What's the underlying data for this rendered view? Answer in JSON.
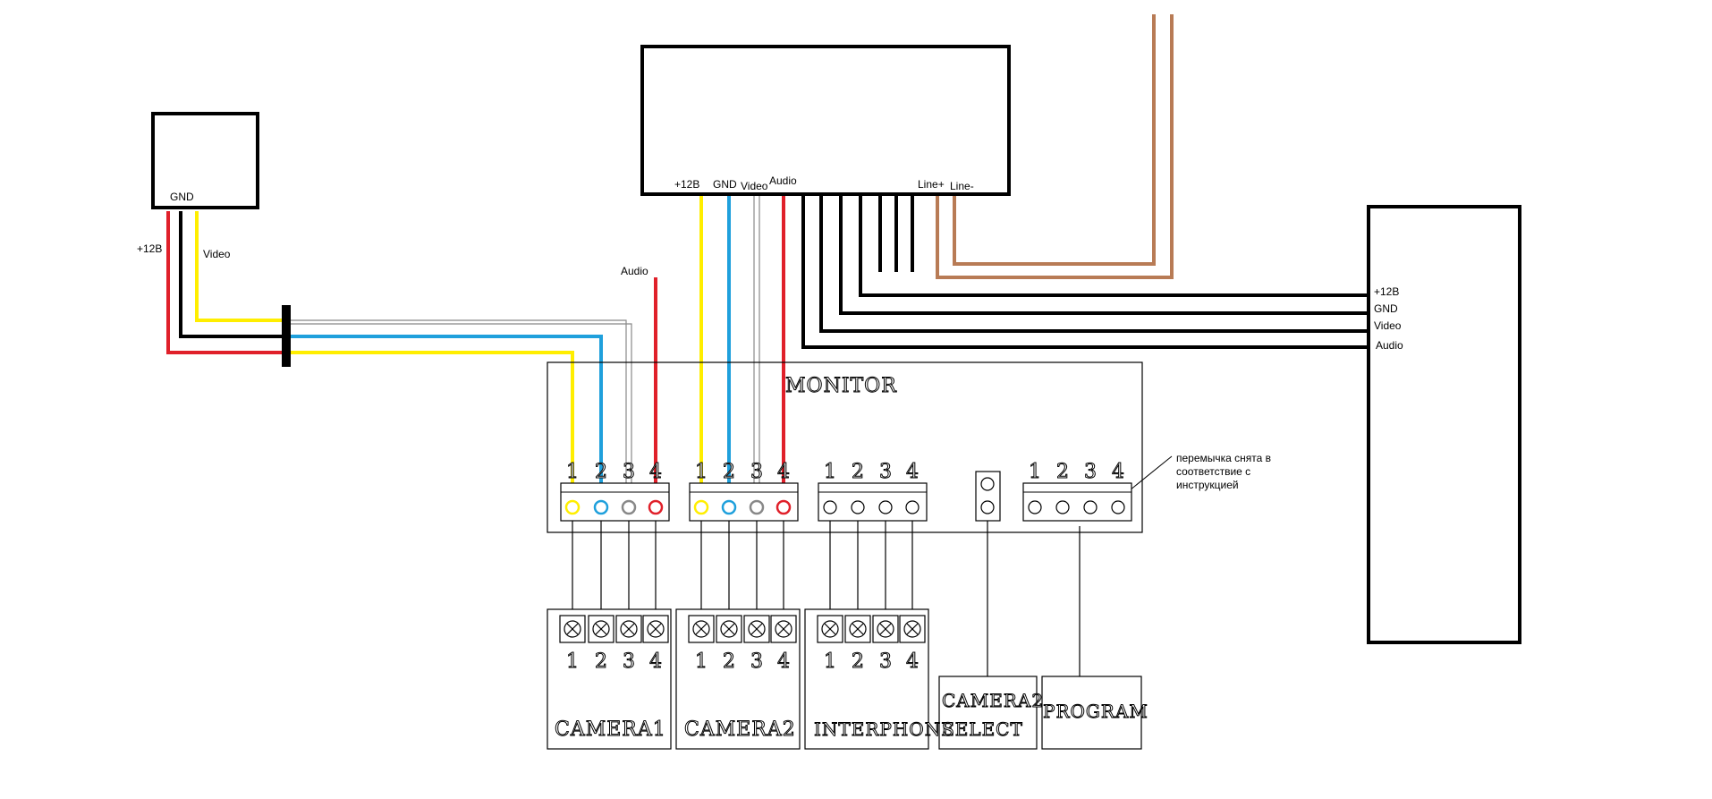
{
  "colors": {
    "red": "#e0202a",
    "yellow": "#ffee00",
    "blue": "#1fa0dc",
    "black": "#000000",
    "brown": "#b87b55",
    "grey": "#888888"
  },
  "camera_box": {
    "label_gnd": "GND",
    "label_12v": "+12В",
    "label_video": "Video"
  },
  "free_audio_label": "Audio",
  "top_unit": {
    "label_12v": "+12В",
    "label_gnd": "GND",
    "label_video": "Video",
    "label_audio": "Audio",
    "label_line_plus": "Line+",
    "label_line_minus": "Line-"
  },
  "right_unit": {
    "label_12v": "+12В",
    "label_gnd": "GND",
    "label_video": "Video",
    "label_audio": "Audio"
  },
  "monitor": {
    "title": "MONITOR",
    "note_line1": "перемычка снята в",
    "note_line2": "соответствие с",
    "note_line3": "инструкцией"
  },
  "pins": [
    "1",
    "2",
    "3",
    "4"
  ],
  "modules": {
    "camera1": "CAMERA1",
    "camera2": "CAMERA2",
    "interphone": "INTERPHONE",
    "camera2_select_line1": "CAMERA2",
    "camera2_select_line2": "SELECT",
    "program": "PROGRAM"
  }
}
